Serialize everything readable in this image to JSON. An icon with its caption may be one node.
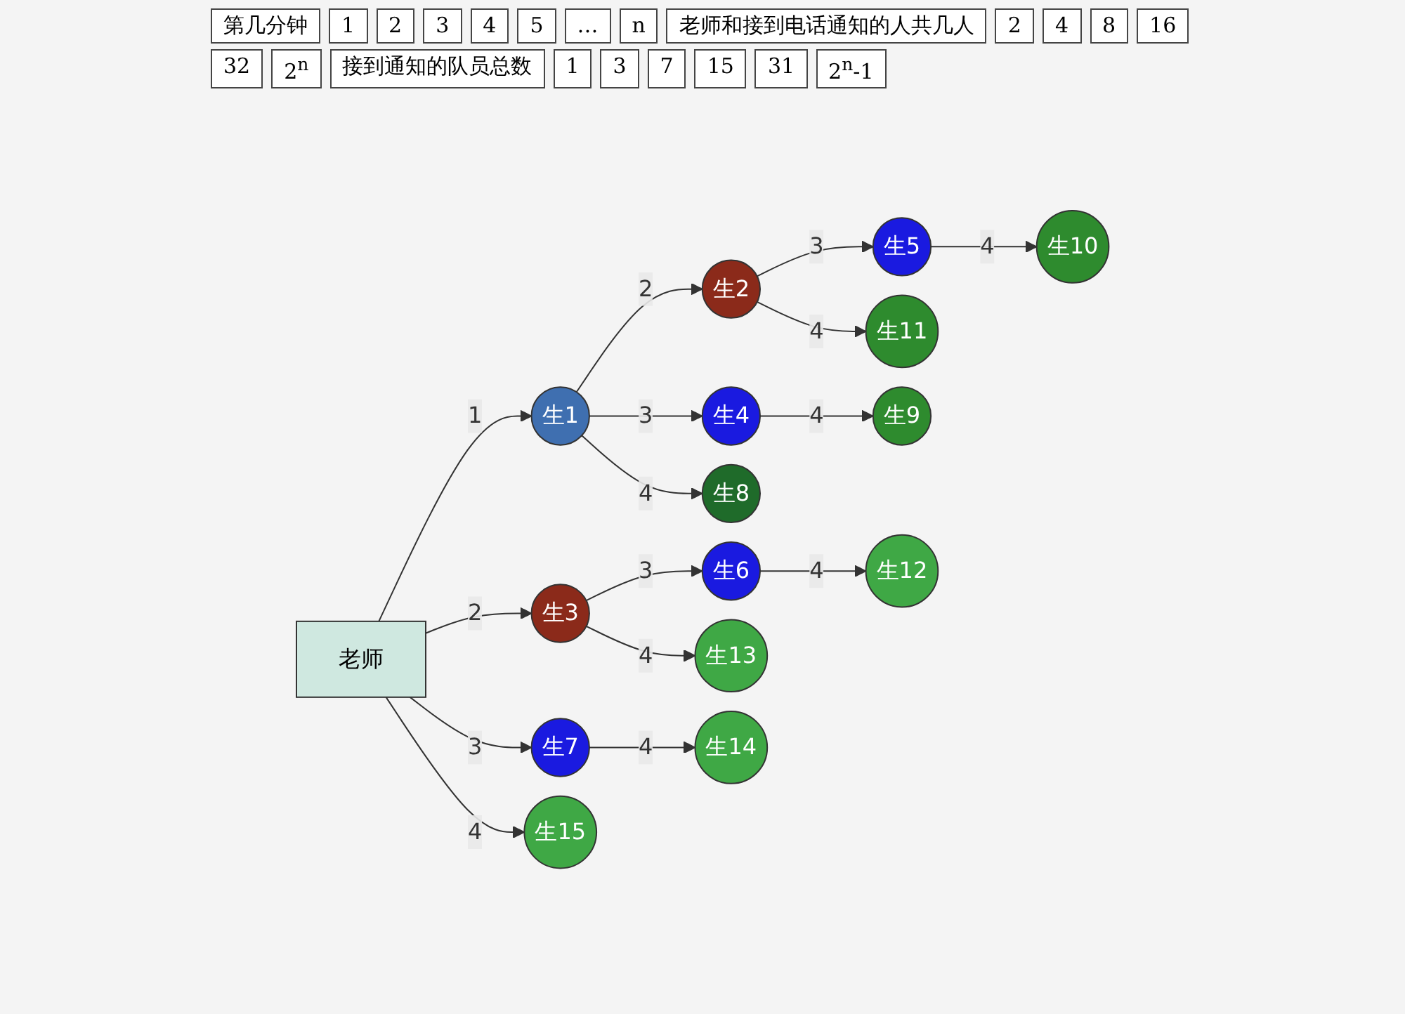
{
  "diagram": {
    "nodes": [
      {
        "text": [
          "老师"
        ]
      },
      {
        "text": [
          "生1"
        ]
      },
      {
        "text": [
          "生2"
        ]
      },
      {
        "text": [
          "生3"
        ]
      },
      {
        "text": [
          "生4"
        ]
      },
      {
        "text": [
          "生5"
        ]
      },
      {
        "text": [
          "生6"
        ]
      },
      {
        "text": [
          "生7"
        ]
      },
      {
        "text": [
          "生8"
        ]
      },
      {
        "text": [
          "生9"
        ]
      },
      {
        "text": [
          "生10"
        ]
      },
      {
        "text": [
          "生11"
        ]
      },
      {
        "text": [
          "生12"
        ]
      },
      {
        "text": [
          "生13"
        ]
      },
      {
        "text": [
          "生14"
        ]
      },
      {
        "text": [
          "生15"
        ]
      }
    ],
    "edges": [
      {
        "from": 0,
        "to": 1,
        "arrow": "to",
        "label": "1"
      },
      {
        "from": 1,
        "to": 2,
        "arrow": "to",
        "label": "2"
      },
      {
        "from": 0,
        "to": 3,
        "arrow": "to",
        "label": "2"
      },
      {
        "from": 1,
        "to": 4,
        "arrow": "to",
        "label": "3"
      },
      {
        "from": 2,
        "to": 5,
        "arrow": "to",
        "label": "3"
      },
      {
        "from": 3,
        "to": 6,
        "arrow": "to",
        "label": "3"
      },
      {
        "from": 0,
        "to": 7,
        "arrow": "to",
        "label": "3"
      },
      {
        "from": 1,
        "to": 8,
        "arrow": "to",
        "label": "4"
      },
      {
        "from": 4,
        "to": 9,
        "arrow": "to",
        "label": "4"
      },
      {
        "from": 5,
        "to": 10,
        "arrow": "to",
        "label": "4"
      },
      {
        "from": 2,
        "to": 11,
        "arrow": "to",
        "label": "4"
      },
      {
        "from": 6,
        "to": 12,
        "arrow": "to",
        "label": "4"
      },
      {
        "from": 3,
        "to": 13,
        "arrow": "to",
        "label": "4"
      },
      {
        "from": 7,
        "to": 14,
        "arrow": "to",
        "label": "4"
      },
      {
        "from": 0,
        "to": 15,
        "arrow": "to",
        "label": "4"
      }
    ],
    "labels": [
      "第几分钟",
      "1",
      "2",
      "3",
      "4",
      "5",
      "…",
      "n",
      "老师和接到电话通知的人共几人",
      "2",
      "4",
      "8",
      "16",
      "32",
      "2$^{n}$",
      "接到通知的队员总数",
      "1",
      "3",
      "7",
      "15",
      "31",
      "2$^{n}$-1"
    ]
  }
}
